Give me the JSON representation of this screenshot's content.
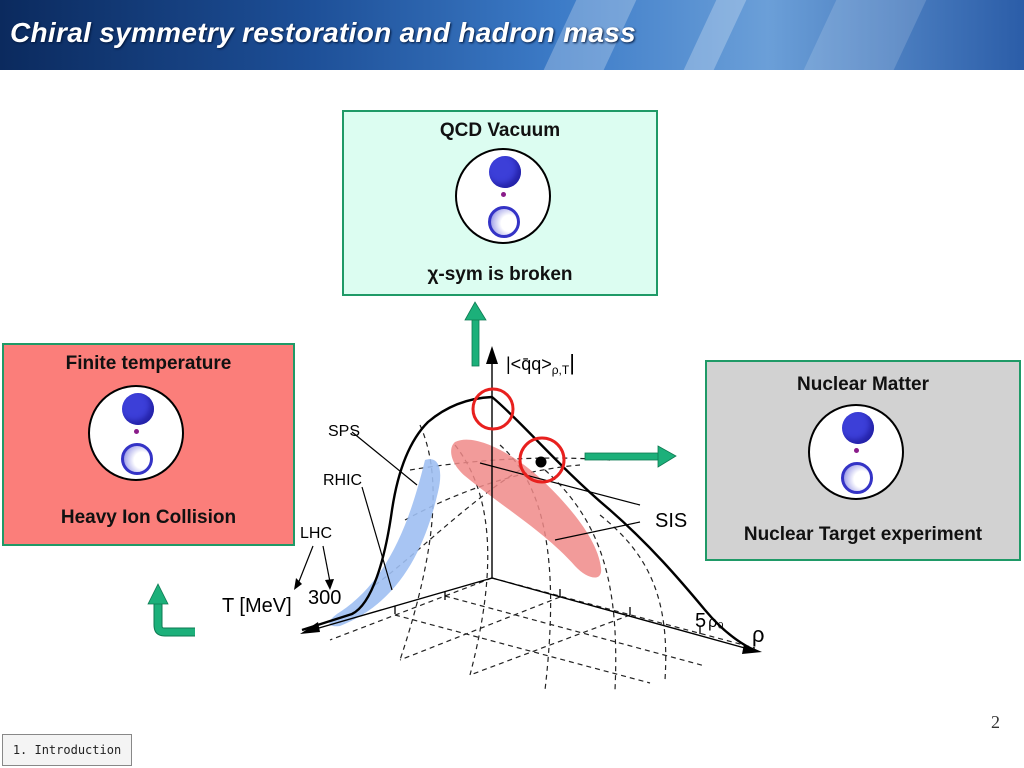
{
  "header": {
    "title": "Chiral symmetry restoration and hadron mass"
  },
  "boxes": {
    "qcd": {
      "title": "QCD Vacuum",
      "caption": "χ-sym is broken"
    },
    "finite": {
      "title": "Finite temperature",
      "caption": "Heavy Ion Collision"
    },
    "nuclear": {
      "title": "Nuclear Matter",
      "caption": "Nuclear Target experiment"
    }
  },
  "diagram": {
    "y_axis_label": "|<q̄q>",
    "y_axis_sub": "ρ,T",
    "y_axis_end": "|",
    "t_axis_label": "T [MeV]",
    "t_tick": "300",
    "rho_tick_5": "5",
    "rho_tick_sub": "ρ₀",
    "rho_axis_label": "ρ",
    "sps": "SPS",
    "rhic": "RHIC",
    "lhc": "LHC",
    "sis": "SIS"
  },
  "footer": {
    "page_number": "2",
    "section_tab": "1. Introduction"
  },
  "colors": {
    "header_blue": "#1d4f97",
    "box_border": "#1f9a67",
    "qcd_box_bg": "#dcfdf1",
    "finite_box_bg": "#fb7e7a",
    "nuclear_box_bg": "#d2d2d2",
    "arrow_green": "#1cb07a",
    "sps_blue": "#9fbff2",
    "sis_red": "#f08a88",
    "highlight_red": "#e8201e"
  }
}
